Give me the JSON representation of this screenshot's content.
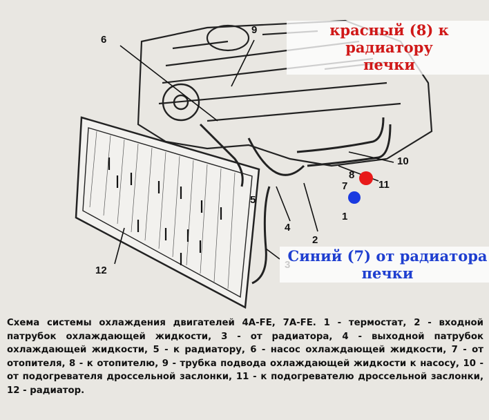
{
  "annotations": {
    "red_note": {
      "line1": "красный (8) к радиатору",
      "line2": "печки",
      "color": "#d01818"
    },
    "blue_note": {
      "line1": "Синий (7) от радиатора",
      "line2": "печки",
      "color": "#1f3fd0"
    }
  },
  "markers": {
    "red_dot_color": "#e81a1a",
    "blue_dot_color": "#1a3ae0"
  },
  "callouts": [
    "1",
    "2",
    "3",
    "4",
    "5",
    "6",
    "7",
    "8",
    "9",
    "10",
    "11",
    "12"
  ],
  "caption": "Схема системы охлаждения двигателей 4A-FE, 7A-FE. 1 - термостат, 2 - входной патрубок охлаждающей жидкости, 3 - от радиатора, 4 - выходной патрубок охлаждающей жидкости, 5 - к радиатору, 6 - насос охлаждающей жидкости, 7 - от отопителя, 8 - к отопителю, 9 - трубка подвода охлаждающей жидкости к насосу, 10 - от подогревателя дроссельной заслонки, 11 - к подогревателю дроссельной заслонки, 12 - радиатор."
}
